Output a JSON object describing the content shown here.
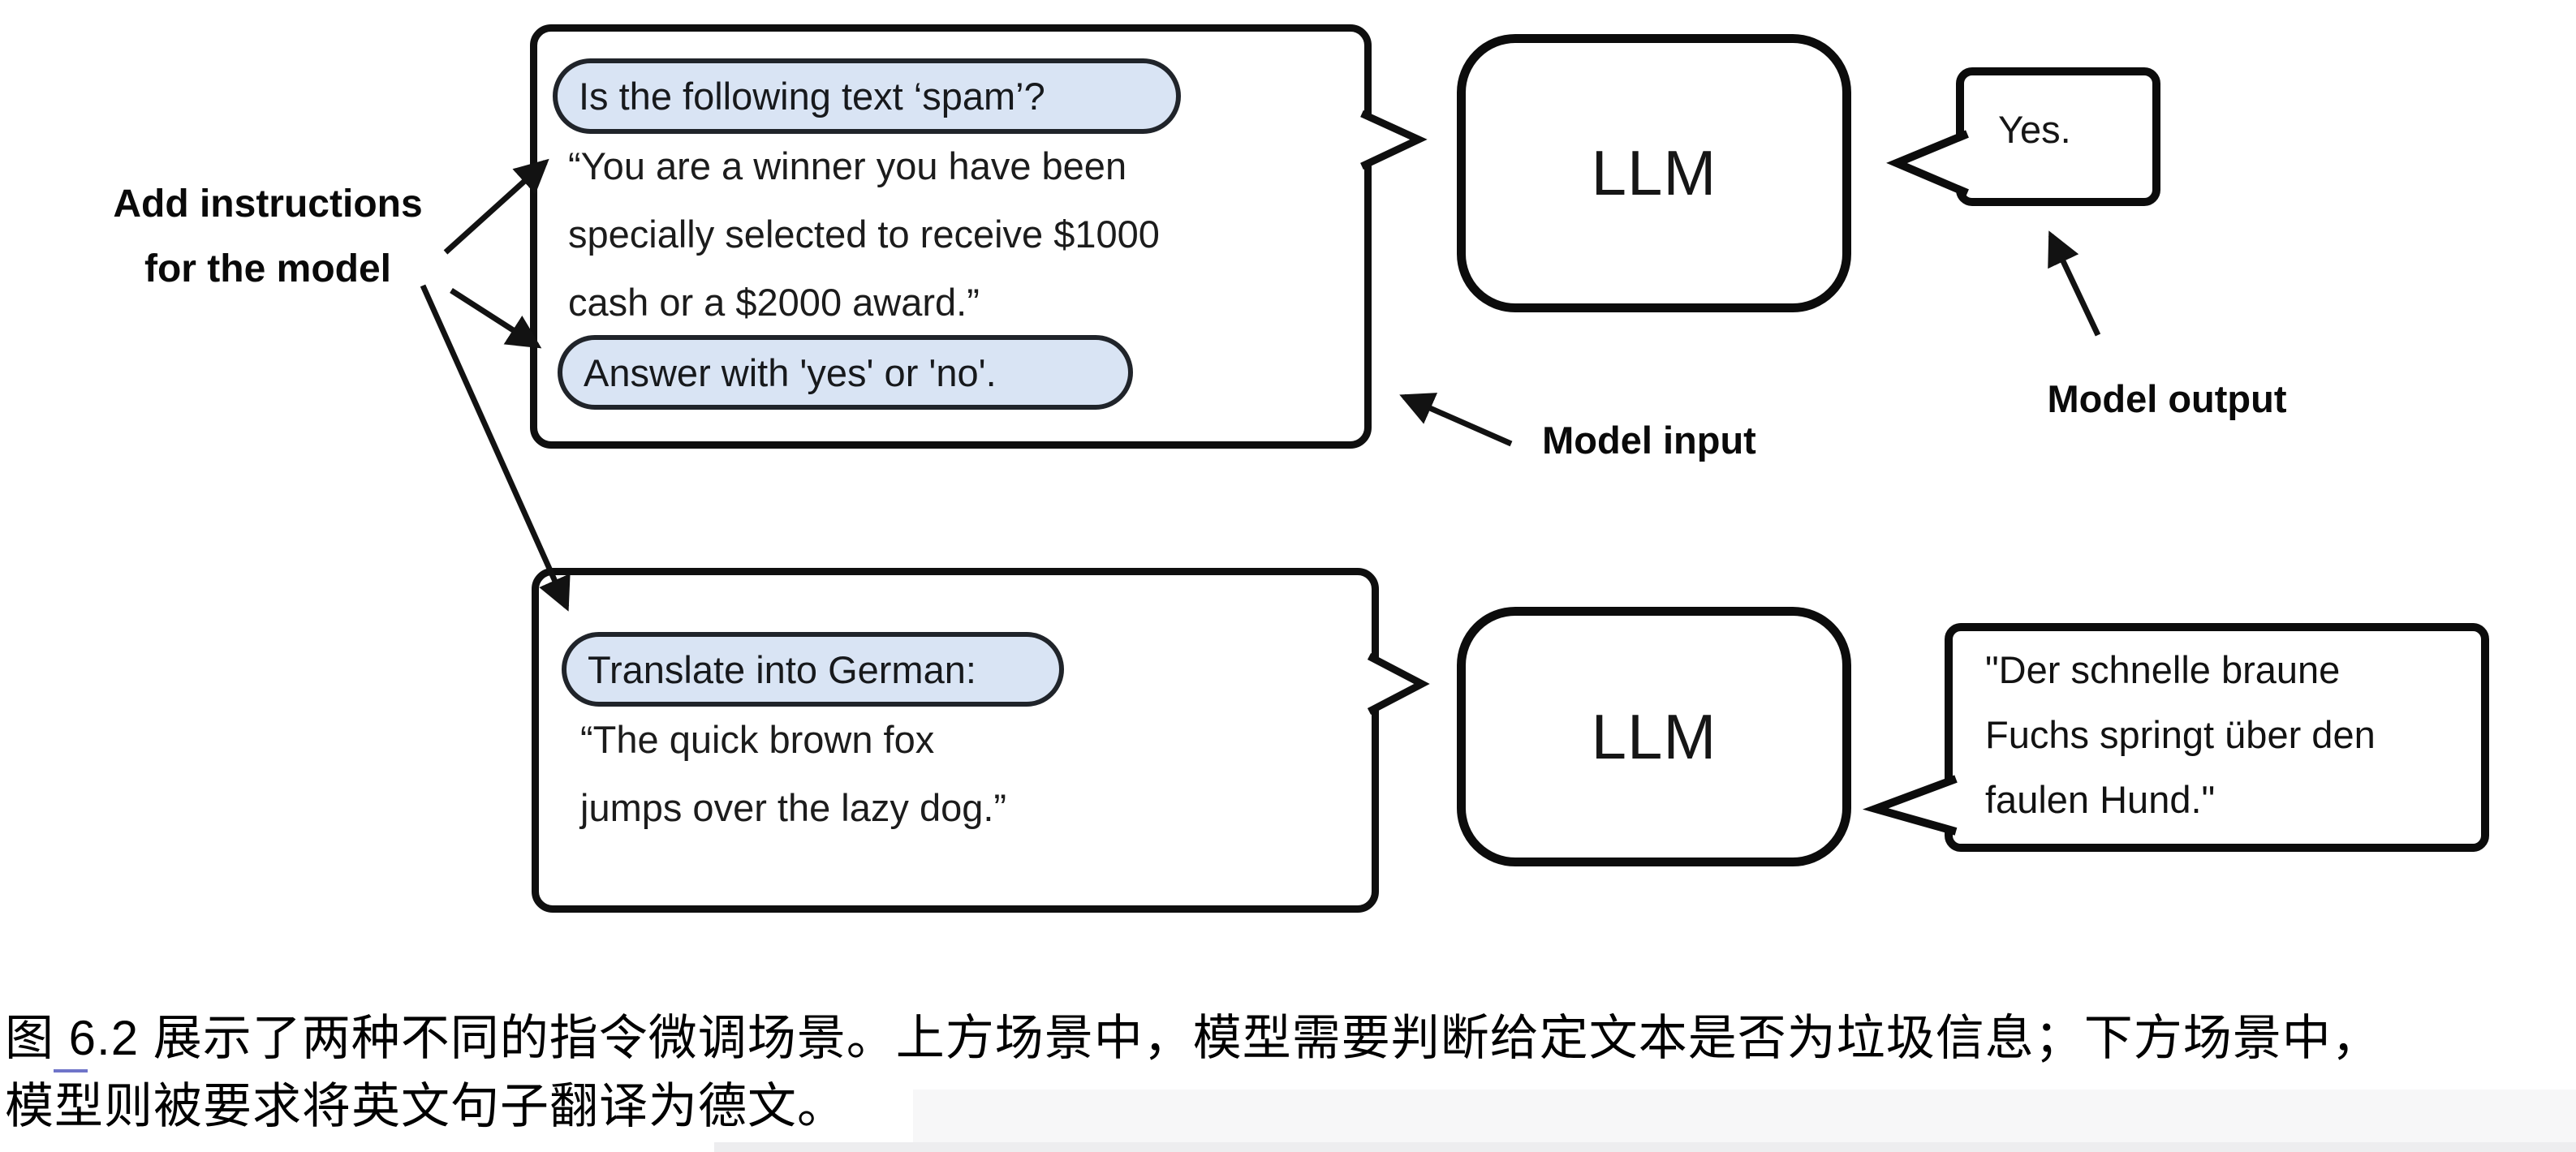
{
  "figure": {
    "type": "diagram",
    "topic": "instruction-tuning scenarios for an LLM"
  },
  "labels": {
    "add_instructions_line1": "Add instructions",
    "add_instructions_line2": "for the model",
    "model_input": "Model input",
    "model_output": "Model output"
  },
  "scenario_top": {
    "instruction_1": "Is the following text ‘spam’?",
    "input_lines": {
      "0": "“You are a winner you have been",
      "1": "specially selected to receive $1000",
      "2": "cash or a $2000 award.”"
    },
    "instruction_2": "Answer with 'yes' or 'no'.",
    "model": "LLM",
    "output": "Yes."
  },
  "scenario_bottom": {
    "instruction": "Translate into German:",
    "input_lines": {
      "0": "“The quick brown fox",
      "1": "jumps over the lazy dog.”"
    },
    "model": "LLM",
    "output_lines": {
      "0": "\"Der schnelle braune",
      "1": "Fuchs springt über den",
      "2": "faulen Hund.\""
    }
  },
  "caption": {
    "line1": "图 6.2 展示了两种不同的指令微调场景。上方场景中，模型需要判断给定文本是否为垃圾信息；下方场景中，",
    "line2": "模型则被要求将英文句子翻译为德文。"
  },
  "colors": {
    "instruction_pill_bg": "#d9e4f4",
    "stroke_black": "#0f0f0f",
    "caption_link_underline": "#6f74c9"
  }
}
